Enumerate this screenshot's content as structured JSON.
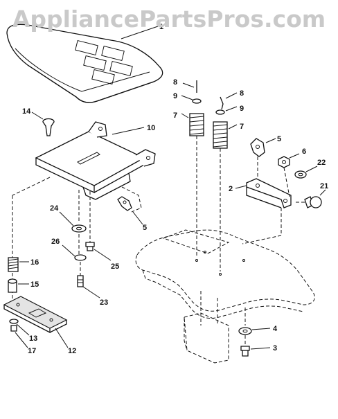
{
  "watermark": "AppliancePartsPros.com",
  "callouts": [
    {
      "id": "c1",
      "text": "1"
    },
    {
      "id": "c14",
      "text": "14"
    },
    {
      "id": "c10",
      "text": "10"
    },
    {
      "id": "c24",
      "text": "24"
    },
    {
      "id": "c5a",
      "text": "5"
    },
    {
      "id": "c26",
      "text": "26"
    },
    {
      "id": "c25",
      "text": "25"
    },
    {
      "id": "c16",
      "text": "16"
    },
    {
      "id": "c15",
      "text": "15"
    },
    {
      "id": "c23",
      "text": "23"
    },
    {
      "id": "c13",
      "text": "13"
    },
    {
      "id": "c17",
      "text": "17"
    },
    {
      "id": "c12",
      "text": "12"
    },
    {
      "id": "c8a",
      "text": "8"
    },
    {
      "id": "c9a",
      "text": "9"
    },
    {
      "id": "c7a",
      "text": "7"
    },
    {
      "id": "c8b",
      "text": "8"
    },
    {
      "id": "c9b",
      "text": "9"
    },
    {
      "id": "c7b",
      "text": "7"
    },
    {
      "id": "c5b",
      "text": "5"
    },
    {
      "id": "c6",
      "text": "6"
    },
    {
      "id": "c22",
      "text": "22"
    },
    {
      "id": "c2",
      "text": "2"
    },
    {
      "id": "c21",
      "text": "21"
    },
    {
      "id": "c4",
      "text": "4"
    },
    {
      "id": "c3",
      "text": "3"
    }
  ]
}
